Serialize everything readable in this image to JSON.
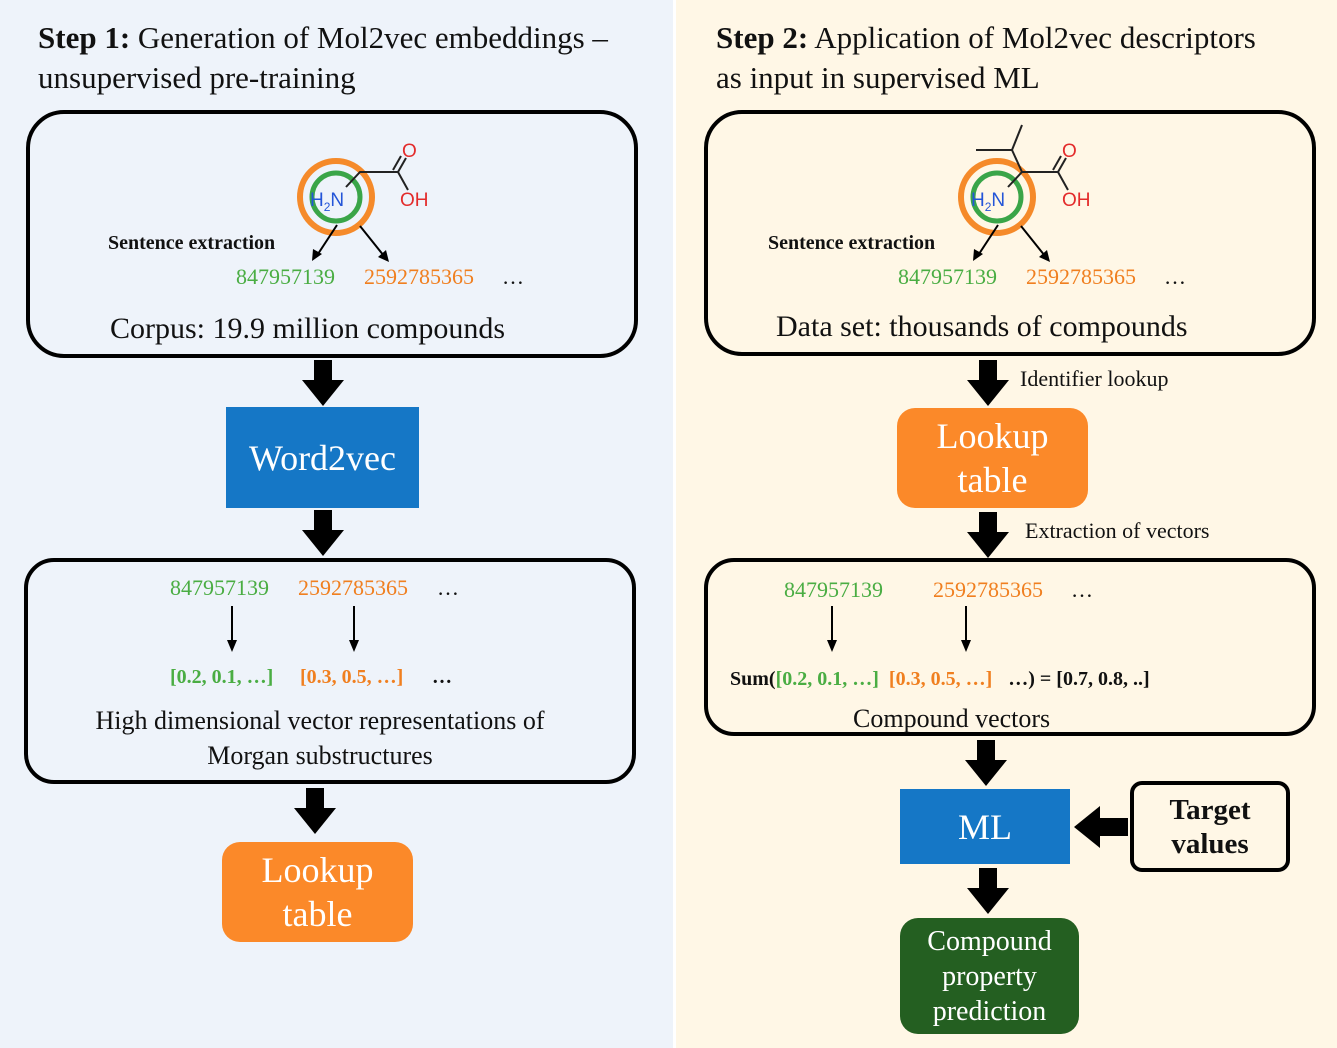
{
  "step1": {
    "heading_bold": "Step 1:",
    "heading_line1": "Generation of Mol2vec embeddings –",
    "heading_line2": "unsupervised pre-training",
    "sentence_extraction": "Sentence extraction",
    "id_a": "847957139",
    "id_b": "2592785365",
    "ellipsis": "…",
    "corpus": "Corpus: 19.9 million compounds",
    "word2vec": "Word2vec",
    "vec_id_a": "847957139",
    "vec_id_b": "2592785365",
    "vec_a": "[0.2, 0.1, …]",
    "vec_b": "[0.3, 0.5, …]",
    "vec_ellipsis": "…",
    "representation_line1": "High dimensional vector representations of",
    "representation_line2": "Morgan substructures",
    "lookup_line1": "Lookup",
    "lookup_line2": "table"
  },
  "step2": {
    "heading_bold": "Step 2:",
    "heading_line1": "Application of Mol2vec descriptors",
    "heading_line2": "as input in supervised ML",
    "sentence_extraction": "Sentence extraction",
    "id_a": "847957139",
    "id_b": "2592785365",
    "ellipsis": "…",
    "dataset": "Data set: thousands of compounds",
    "identifier_lookup": "Identifier lookup",
    "lookup_line1": "Lookup",
    "lookup_line2": "table",
    "extraction_of_vectors": "Extraction of vectors",
    "vec_id_a": "847957139",
    "vec_id_b": "2592785365",
    "sum_open": "Sum(",
    "vec_a": "[0.2, 0.1, …]",
    "vec_b": "[0.3, 0.5, …]",
    "sum_close": "…) = [0.7, 0.8, ..]",
    "compound_vectors": "Compound vectors",
    "ml": "ML",
    "target_line1": "Target",
    "target_line2": "values",
    "prediction_line1": "Compound",
    "prediction_line2": "property",
    "prediction_line3": "prediction"
  },
  "molecule": {
    "oxygen": "O",
    "hydroxyl": "OH",
    "amine_h": "H",
    "amine_sub": "2",
    "amine_n": "N"
  },
  "colors": {
    "blue_box": "#1577c6",
    "orange_box": "#fb8929",
    "dark_green_box": "#245f21",
    "id_green": "#4aad43",
    "id_orange": "#f07f1f",
    "left_background": "#eef3fa",
    "right_background": "#fff7e6"
  }
}
